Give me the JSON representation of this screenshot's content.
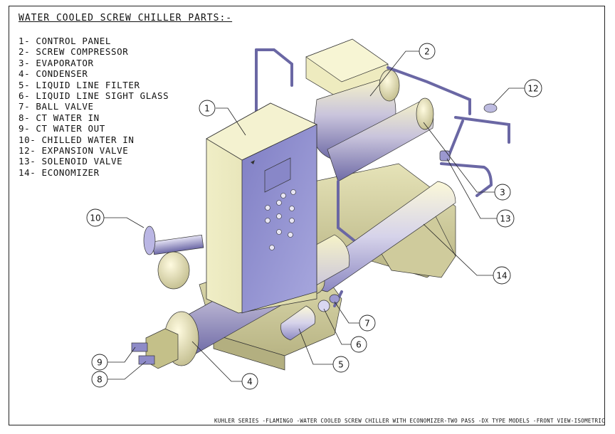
{
  "title": "WATER COOLED SCREW CHILLER PARTS:-",
  "parts": [
    {
      "label": "1- CONTROL PANEL"
    },
    {
      "label": "2- SCREW COMPRESSOR"
    },
    {
      "label": "3- EVAPORATOR"
    },
    {
      "label": "4- CONDENSER"
    },
    {
      "label": "5- LIQUID LINE FILTER"
    },
    {
      "label": "6- LIQUID LINE SIGHT GLASS"
    },
    {
      "label": "7- BALL VALVE"
    },
    {
      "label": "8- CT WATER IN"
    },
    {
      "label": "9- CT WATER OUT"
    },
    {
      "label": "10- CHILLED WATER IN"
    },
    {
      "label": "12- EXPANSION VALVE"
    },
    {
      "label": "13- SOLENOID VALVE"
    },
    {
      "label": "14- ECONOMIZER"
    }
  ],
  "callouts": {
    "c1": "1",
    "c2": "2",
    "c3": "3",
    "c4": "4",
    "c5": "5",
    "c6": "6",
    "c7": "7",
    "c8": "8",
    "c9": "9",
    "c10": "10",
    "c12": "12",
    "c13": "13",
    "c14": "14"
  },
  "footer": "KUHLER SERIES -FLAMINGO -WATER COOLED SCREW CHILLER WITH ECONOMIZER-TWO PASS -DX TYPE MODELS -FRONT VIEW-ISOMETRIC"
}
